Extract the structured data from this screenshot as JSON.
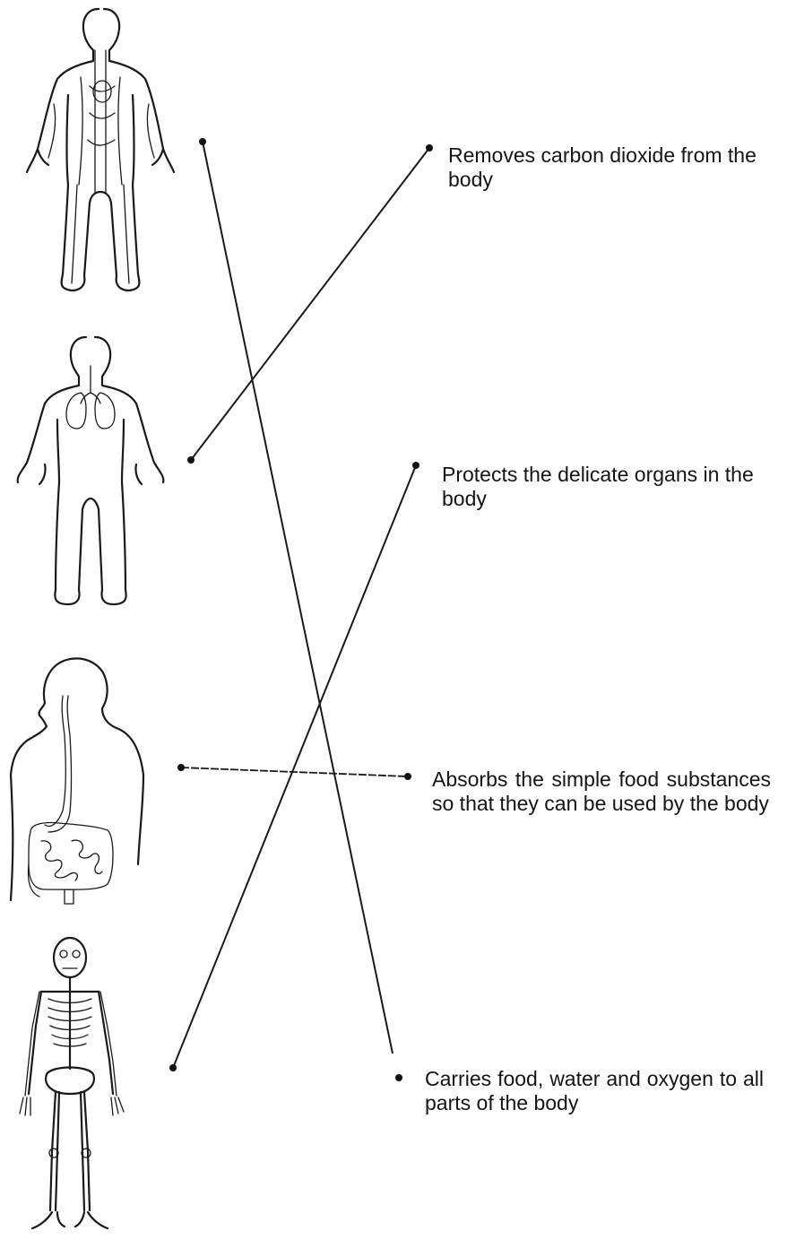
{
  "figures": [
    {
      "icon": "circulatory-system-figure"
    },
    {
      "icon": "respiratory-system-figure"
    },
    {
      "icon": "digestive-system-figure"
    },
    {
      "icon": "skeletal-system-figure"
    }
  ],
  "statements": [
    {
      "text": "Removes carbon dioxide from the body"
    },
    {
      "text": "Protects the delicate organs in the body"
    },
    {
      "text": "Absorbs the simple food substances so that they can be used by the body"
    },
    {
      "text": "Carries food, water and oxygen to all parts of the body"
    }
  ],
  "matches": [
    {
      "figure": "circulatory-system-figure",
      "statement": "Carries food, water and oxygen to all parts of the body"
    },
    {
      "figure": "respiratory-system-figure",
      "statement": "Removes carbon dioxide from the body"
    },
    {
      "figure": "digestive-system-figure",
      "statement": "Absorbs the simple food substances so that they can be used by the body"
    },
    {
      "figure": "skeletal-system-figure",
      "statement": "Protects the delicate organs in the body"
    }
  ],
  "colors": {
    "ink": "#1a1a1a",
    "background": "#ffffff"
  }
}
